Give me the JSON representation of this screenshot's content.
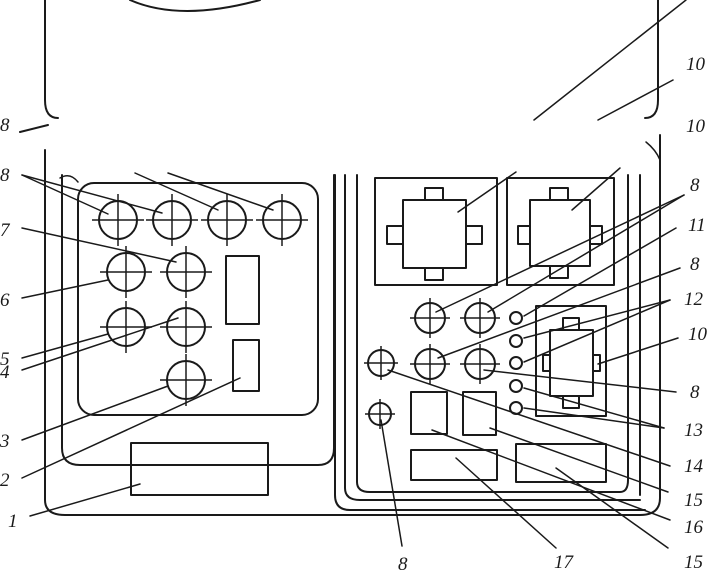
{
  "callouts": {
    "c1": "1",
    "c2": "2",
    "c3": "3",
    "c4": "4",
    "c5": "5",
    "c6": "6",
    "c7": "7",
    "c8_top_left": "8",
    "c8_left_edge": "8",
    "c8_right_top": "8",
    "c8_right_mid": "8",
    "c8_right_low": "8",
    "c8_bottom": "8",
    "c10_top": "10",
    "c10_edge": "10",
    "c10_mid": "10",
    "c11": "11",
    "c12": "12",
    "c13": "13",
    "c14": "14",
    "c15_upper": "15",
    "c15_lower": "15",
    "c16": "16",
    "c17": "17"
  }
}
